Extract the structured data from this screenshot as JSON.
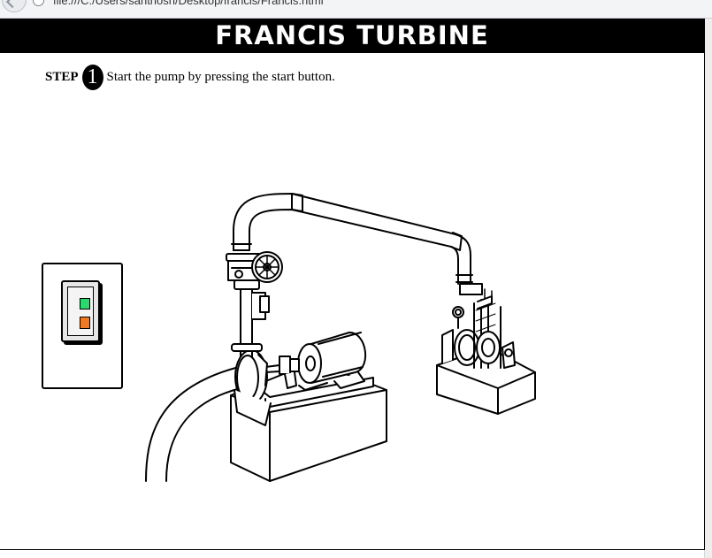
{
  "browser": {
    "url": "file:///C:/Users/santhosh/Desktop/francis/Francis.html"
  },
  "header": {
    "title": "FRANCIS TURBINE"
  },
  "step": {
    "label": "STEP",
    "number": "1",
    "instruction": "Start the pump by pressing the start button."
  },
  "control_panel": {
    "start_button_color": "#2bd86e",
    "stop_button_color": "#f07a22"
  },
  "icons": {
    "back": "back-arrow-icon",
    "info": "info-icon"
  }
}
